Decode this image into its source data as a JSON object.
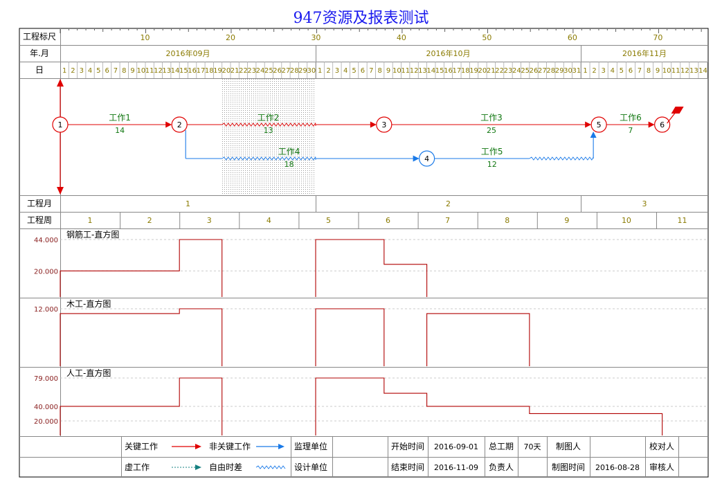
{
  "title": "947资源及报表测试",
  "colors": {
    "critical": "#e00000",
    "noncritical": "#1a7ae8",
    "label_green": "#117711",
    "header_text": "#8a7a00",
    "title_blue": "#1a1aee"
  },
  "row_labels": {
    "scale": "工程标尺",
    "month": "年.月",
    "day": "日",
    "proj_month": "工程月",
    "proj_week": "工程周"
  },
  "scale_ticks": [
    "10",
    "20",
    "30",
    "40",
    "50",
    "60",
    "70"
  ],
  "months": [
    "2016年09月",
    "2016年10月",
    "2016年11月"
  ],
  "days": {
    "sep": [
      "1",
      "2",
      "3",
      "4",
      "5",
      "6",
      "7",
      "8",
      "9",
      "10",
      "11",
      "12",
      "13",
      "14",
      "15",
      "16",
      "17",
      "18",
      "19",
      "20",
      "21",
      "22",
      "23",
      "24",
      "25",
      "26",
      "27",
      "28",
      "29",
      "30"
    ],
    "oct": [
      "1",
      "2",
      "3",
      "4",
      "5",
      "6",
      "7",
      "8",
      "9",
      "10",
      "11",
      "12",
      "13",
      "14",
      "15",
      "16",
      "17",
      "18",
      "19",
      "20",
      "21",
      "22",
      "23",
      "24",
      "25",
      "26",
      "27",
      "28",
      "29",
      "30",
      "31"
    ],
    "nov": [
      "1",
      "2",
      "3",
      "4",
      "5",
      "6",
      "7",
      "8",
      "9",
      "10",
      "11",
      "12",
      "13",
      "14"
    ]
  },
  "proj_months": [
    "1",
    "2",
    "3"
  ],
  "proj_weeks": [
    "1",
    "2",
    "3",
    "4",
    "5",
    "6",
    "7",
    "8",
    "9",
    "10",
    "11"
  ],
  "nodes": [
    {
      "id": "1",
      "day": 0,
      "lane": "top",
      "critical": true
    },
    {
      "id": "2",
      "day": 14,
      "lane": "top",
      "critical": true
    },
    {
      "id": "3",
      "day": 38,
      "lane": "top",
      "critical": true
    },
    {
      "id": "4",
      "day": 43,
      "lane": "bottom",
      "critical": false
    },
    {
      "id": "5",
      "day": 63,
      "lane": "top",
      "critical": true
    },
    {
      "id": "6",
      "day": 70,
      "lane": "top",
      "critical": true
    }
  ],
  "activities": [
    {
      "name": "工作1",
      "duration": "14",
      "from_day": 0,
      "to_day": 14,
      "lane": "top",
      "critical": true
    },
    {
      "name": "工作2",
      "duration": "13",
      "from_day": 14,
      "to_day": 38,
      "lane": "top",
      "critical": true,
      "float_from_day": 19,
      "float_to_day": 30
    },
    {
      "name": "工作3",
      "duration": "25",
      "from_day": 38,
      "to_day": 63,
      "lane": "top",
      "critical": true
    },
    {
      "name": "工作4",
      "duration": "18",
      "from_day": 14,
      "to_day": 43,
      "lane": "bottom",
      "critical": false,
      "float_from_day": 19,
      "float_to_day": 30
    },
    {
      "name": "工作5",
      "duration": "12",
      "from_day": 43,
      "to_day": 63,
      "lane": "bottom",
      "critical": false,
      "float_from_day": 55,
      "float_to_day": 63
    },
    {
      "name": "工作6",
      "duration": "7",
      "from_day": 63,
      "to_day": 70,
      "lane": "top",
      "critical": true
    }
  ],
  "shaded_range_days": [
    19,
    30
  ],
  "histograms": [
    {
      "title": "钢筋工-直方图",
      "ylabels": [
        "44.000",
        "20.000"
      ],
      "ymax": 44,
      "segments": [
        {
          "from": 0,
          "to": 14,
          "value": 20
        },
        {
          "from": 14,
          "to": 19,
          "value": 44
        },
        {
          "from": 30,
          "to": 38,
          "value": 44
        },
        {
          "from": 38,
          "to": 43,
          "value": 25
        }
      ]
    },
    {
      "title": "木工-直方图",
      "ylabels": [
        "12.000"
      ],
      "ymax": 12,
      "segments": [
        {
          "from": 0,
          "to": 14,
          "value": 11
        },
        {
          "from": 14,
          "to": 19,
          "value": 12
        },
        {
          "from": 30,
          "to": 38,
          "value": 12
        },
        {
          "from": 43,
          "to": 55,
          "value": 11
        }
      ]
    },
    {
      "title": "人工-直方图",
      "ylabels": [
        "79.000",
        "40.000",
        "20.000"
      ],
      "ymax": 79,
      "segments": [
        {
          "from": 0,
          "to": 14,
          "value": 40
        },
        {
          "from": 14,
          "to": 19,
          "value": 79
        },
        {
          "from": 30,
          "to": 38,
          "value": 79
        },
        {
          "from": 38,
          "to": 43,
          "value": 58
        },
        {
          "from": 43,
          "to": 55,
          "value": 40
        },
        {
          "from": 55,
          "to": 70,
          "value": 30
        }
      ]
    }
  ],
  "legend": {
    "critical": "关键工作",
    "noncritical": "非关键工作",
    "dummy": "虚工作",
    "free_float": "自由时差",
    "supervision_unit": "监理单位",
    "design_unit": "设计单位",
    "start_time_label": "开始时间",
    "start_time": "2016-09-01",
    "end_time_label": "结束时间",
    "end_time": "2016-11-09",
    "total_duration_label": "总工期",
    "total_duration": "70天",
    "responsible_label": "负责人",
    "drafter_label": "制图人",
    "draw_time_label": "制图时间",
    "draw_time": "2016-08-28",
    "checker_label": "校对人",
    "reviewer_label": "审核人"
  }
}
